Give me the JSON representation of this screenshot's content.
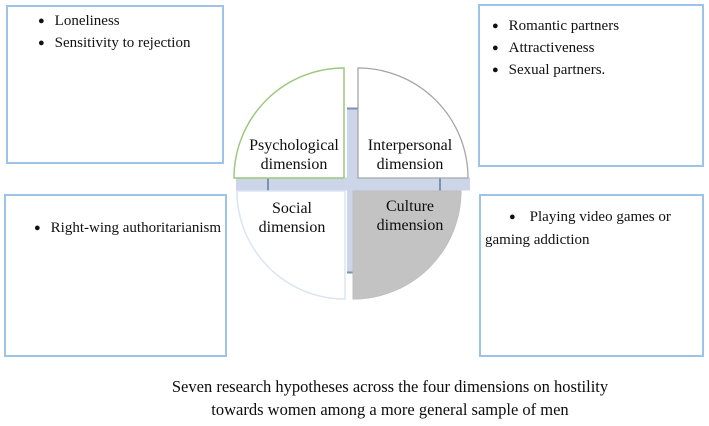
{
  "ui": {
    "bullet_glyph": "●"
  },
  "colors": {
    "box_border": "#9dc3e6",
    "quad_fill": "#ffffff",
    "psych_border": "#9cc87f",
    "inter_border": "#a6a6a6",
    "social_border": "#d9e5f3",
    "culture_fill": "#c3c3c3",
    "culture_border": "#bfbfbf",
    "cross_fill": "#ccd6e8",
    "cross_cap": "#7d92b3"
  },
  "quadrants": {
    "psychological": {
      "label": "Psychological dimension"
    },
    "interpersonal": {
      "label": "Interpersonal dimension"
    },
    "social": {
      "label": "Social dimension"
    },
    "culture": {
      "label": "Culture dimension"
    }
  },
  "boxes": {
    "top_left": {
      "items": [
        "Loneliness",
        "Sensitivity to rejection"
      ]
    },
    "top_right": {
      "items": [
        "Romantic partners",
        "Attractiveness",
        "Sexual partners."
      ]
    },
    "bottom_left": {
      "items": [
        "Right-wing authoritarianism"
      ]
    },
    "bottom_right": {
      "items": [
        "Playing video games or gaming addiction"
      ]
    }
  },
  "caption": {
    "line1": "Seven research hypotheses across the four dimensions on hostility",
    "line2": "towards women among a more general sample of men"
  }
}
